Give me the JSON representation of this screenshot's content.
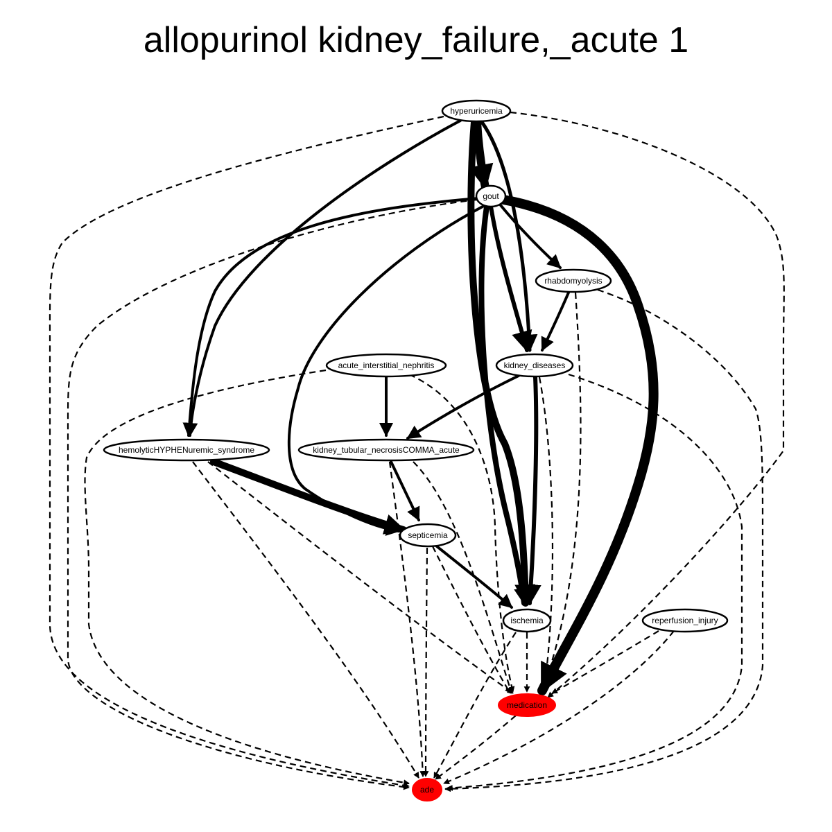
{
  "title": "allopurinol kidney_failure,_acute 1",
  "colors": {
    "highlight": "#ff0000",
    "edge": "#000000",
    "node_fill": "#ffffff"
  },
  "nodes": {
    "hyperuricemia": "hyperuricemia",
    "gout": "gout",
    "rhabdomyolysis": "rhabdomyolysis",
    "acute_interstitial_nephritis": "acute_interstitial_nephritis",
    "kidney_diseases": "kidney_diseases",
    "hemolytic": "hemolyticHYPHENuremic_syndrome",
    "kidney_tubular": "kidney_tubular_necrosisCOMMA_acute",
    "septicemia": "septicemia",
    "ischemia": "ischemia",
    "reperfusion_injury": "reperfusion_injury",
    "medication": "medication",
    "ade": "ade"
  },
  "edges": [
    {
      "from": "hyperuricemia",
      "to": "gout",
      "style": "solid",
      "weight": 12
    },
    {
      "from": "hyperuricemia",
      "to": "kidney_diseases",
      "style": "solid",
      "weight": 5
    },
    {
      "from": "hyperuricemia",
      "to": "ischemia",
      "style": "solid",
      "weight": 10
    },
    {
      "from": "hyperuricemia",
      "to": "hemolytic",
      "style": "solid",
      "weight": 4
    },
    {
      "from": "hyperuricemia",
      "to": "ade",
      "style": "dashed",
      "weight": 2
    },
    {
      "from": "hyperuricemia",
      "to": "medication",
      "style": "dashed",
      "weight": 2
    },
    {
      "from": "gout",
      "to": "rhabdomyolysis",
      "style": "solid",
      "weight": 4
    },
    {
      "from": "gout",
      "to": "kidney_diseases",
      "style": "solid",
      "weight": 6
    },
    {
      "from": "gout",
      "to": "ischemia",
      "style": "solid",
      "weight": 8
    },
    {
      "from": "gout",
      "to": "medication",
      "style": "solid",
      "weight": 14
    },
    {
      "from": "gout",
      "to": "hemolytic",
      "style": "solid",
      "weight": 4
    },
    {
      "from": "gout",
      "to": "septicemia",
      "style": "solid",
      "weight": 4
    },
    {
      "from": "gout",
      "to": "ade",
      "style": "dashed",
      "weight": 2
    },
    {
      "from": "rhabdomyolysis",
      "to": "kidney_diseases",
      "style": "solid",
      "weight": 4
    },
    {
      "from": "rhabdomyolysis",
      "to": "medication",
      "style": "dashed",
      "weight": 2
    },
    {
      "from": "rhabdomyolysis",
      "to": "ade",
      "style": "dashed",
      "weight": 2
    },
    {
      "from": "acute_interstitial_nephritis",
      "to": "kidney_tubular",
      "style": "solid",
      "weight": 4
    },
    {
      "from": "acute_interstitial_nephritis",
      "to": "medication",
      "style": "dashed",
      "weight": 2
    },
    {
      "from": "acute_interstitial_nephritis",
      "to": "ade",
      "style": "dashed",
      "weight": 2
    },
    {
      "from": "kidney_diseases",
      "to": "kidney_tubular",
      "style": "solid",
      "weight": 4
    },
    {
      "from": "kidney_diseases",
      "to": "ischemia",
      "style": "solid",
      "weight": 6
    },
    {
      "from": "kidney_diseases",
      "to": "medication",
      "style": "dashed",
      "weight": 2
    },
    {
      "from": "kidney_diseases",
      "to": "ade",
      "style": "dashed",
      "weight": 2
    },
    {
      "from": "hemolytic",
      "to": "septicemia",
      "style": "solid",
      "weight": 10
    },
    {
      "from": "hemolytic",
      "to": "medication",
      "style": "dashed",
      "weight": 2
    },
    {
      "from": "hemolytic",
      "to": "ade",
      "style": "dashed",
      "weight": 2
    },
    {
      "from": "kidney_tubular",
      "to": "septicemia",
      "style": "solid",
      "weight": 4
    },
    {
      "from": "kidney_tubular",
      "to": "medication",
      "style": "dashed",
      "weight": 2
    },
    {
      "from": "kidney_tubular",
      "to": "ade",
      "style": "dashed",
      "weight": 2
    },
    {
      "from": "septicemia",
      "to": "ischemia",
      "style": "solid",
      "weight": 4
    },
    {
      "from": "septicemia",
      "to": "medication",
      "style": "dashed",
      "weight": 2
    },
    {
      "from": "septicemia",
      "to": "ade",
      "style": "dashed",
      "weight": 2
    },
    {
      "from": "ischemia",
      "to": "medication",
      "style": "dashed",
      "weight": 2
    },
    {
      "from": "ischemia",
      "to": "ade",
      "style": "dashed",
      "weight": 2
    },
    {
      "from": "reperfusion_injury",
      "to": "medication",
      "style": "dashed",
      "weight": 2
    },
    {
      "from": "reperfusion_injury",
      "to": "ade",
      "style": "dashed",
      "weight": 2
    },
    {
      "from": "medication",
      "to": "ade",
      "style": "dashed",
      "weight": 2
    }
  ]
}
